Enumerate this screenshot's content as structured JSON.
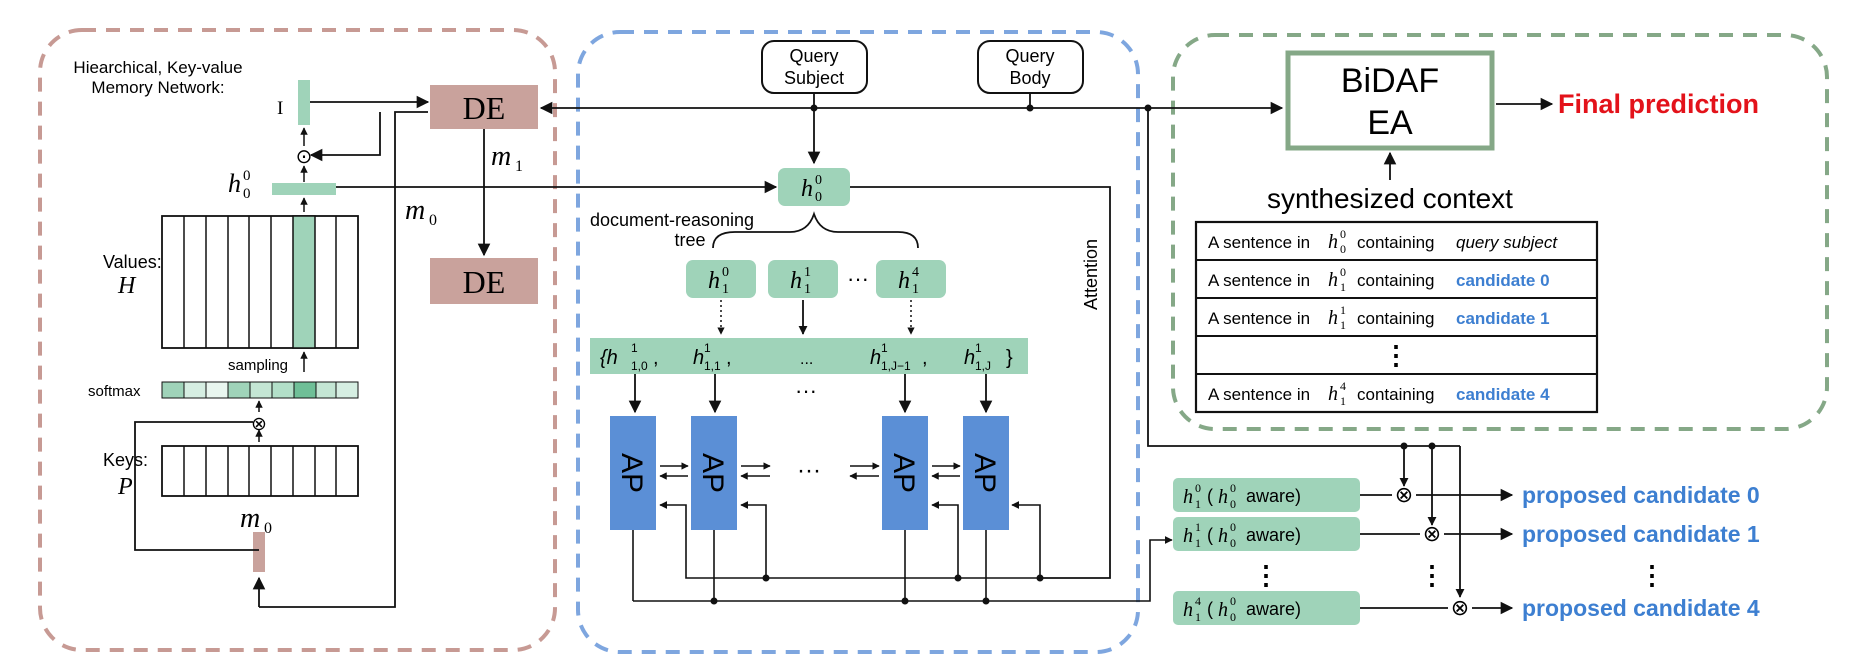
{
  "colors": {
    "green_node": "#9fd3b9",
    "ap_blue": "#5b8fd6",
    "de_brown": "#c9a29c",
    "panel_left": "#c79a94",
    "panel_middle": "#7ea6df",
    "panel_right": "#85a887",
    "blue_text": "#3d7fd1",
    "red_text": "#e3121a",
    "bidaf_border": "#85a887"
  },
  "left_panel": {
    "title_line1": "Hiearchical, Key-value",
    "title_line2": "Memory Network:",
    "i_label": "I",
    "h_base": "h",
    "h_sup": "0",
    "h_sub": "0",
    "values_label": "Values:",
    "values_symbol": "H",
    "sampling_label": "sampling",
    "softmax_label": "softmax",
    "keys_label": "Keys:",
    "keys_symbol": "P",
    "m0_base": "m",
    "m0_sub": "0",
    "odot": "⊙",
    "otimes": "⊗"
  },
  "de_blocks": {
    "top_label": "DE",
    "bottom_label": "DE",
    "m1_base": "m",
    "m1_sub": "1",
    "m0_base": "m",
    "m0_sub": "0"
  },
  "middle_panel": {
    "query_subject_line1": "Query",
    "query_subject_line2": "Subject",
    "query_body_line1": "Query",
    "query_body_line2": "Body",
    "root_node": {
      "base": "h",
      "sup": "0",
      "sub": "0"
    },
    "tree_label_line1": "document-reasoning",
    "tree_label_line2": "tree",
    "child_nodes": [
      {
        "base": "h",
        "sup": "0",
        "sub": "1"
      },
      {
        "base": "h",
        "sup": "1",
        "sub": "1"
      },
      {
        "base": "h",
        "sup": "4",
        "sub": "1"
      }
    ],
    "child_ellipsis": "···",
    "sentence_bar": {
      "open": "{h",
      "items": [
        {
          "sup": "1",
          "sub": "1,0",
          "trail": ","
        },
        {
          "sup": "1",
          "sub": "1,1",
          "trail": ","
        },
        {
          "sup": "1",
          "sub": "1,J−1",
          "trail": ","
        },
        {
          "sup": "1",
          "sub": "1,J",
          "trail": "}"
        }
      ],
      "middle_ellipsis": "..."
    },
    "between_ellipsis": "···",
    "ap_label": "AP",
    "ap_ellipsis": "···",
    "attention_label": "Attention"
  },
  "right_panel": {
    "bidaf_line1": "BiDAF",
    "bidaf_line2": "EA",
    "final_prediction": "Final prediction",
    "synthesized_context": "synthesized context",
    "context_rows": [
      {
        "prefix": "A sentence in",
        "node": {
          "sup": "0",
          "sub": "0"
        },
        "middle": "containing",
        "tail": "query subject",
        "style": "italic"
      },
      {
        "prefix": "A sentence in",
        "node": {
          "sup": "0",
          "sub": "1"
        },
        "middle": "containing",
        "tail": "candidate 0",
        "style": "blue"
      },
      {
        "prefix": "A sentence in",
        "node": {
          "sup": "1",
          "sub": "1"
        },
        "middle": "containing",
        "tail": "candidate 1",
        "style": "blue"
      },
      {
        "prefix": "",
        "node": null,
        "middle": "",
        "tail": "⋮",
        "style": "dots"
      },
      {
        "prefix": "A sentence in",
        "node": {
          "sup": "4",
          "sub": "1"
        },
        "middle": "containing",
        "tail": "candidate 4",
        "style": "blue"
      }
    ]
  },
  "candidates": {
    "rows": [
      {
        "node_sup": "0",
        "node_sub": "1",
        "aware_sup": "0",
        "aware_sub": "0",
        "aware_text": "aware)",
        "proposed": "proposed candidate 0"
      },
      {
        "node_sup": "1",
        "node_sub": "1",
        "aware_sup": "0",
        "aware_sub": "0",
        "aware_text": "aware)",
        "proposed": "proposed candidate 1"
      },
      {
        "node_sup": "4",
        "node_sub": "1",
        "aware_sup": "0",
        "aware_sub": "0",
        "aware_text": "aware)",
        "proposed": "proposed candidate 4"
      }
    ],
    "vdots": "⋮",
    "otimes": "⊗"
  }
}
